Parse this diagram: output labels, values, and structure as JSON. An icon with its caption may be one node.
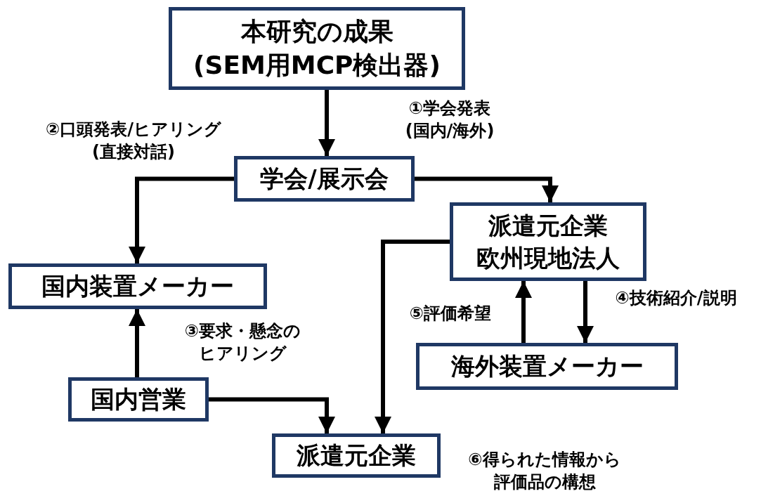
{
  "diagram": {
    "nodes": [
      {
        "text": [
          "本研究の成果",
          "(SEM用MCP検出器)"
        ]
      },
      {
        "text": [
          "学会/展示会"
        ]
      },
      {
        "text": [
          "派遣元企業",
          "欧州現地法人"
        ]
      },
      {
        "text": [
          "国内装置メーカー"
        ]
      },
      {
        "text": [
          "海外装置メーカー"
        ]
      },
      {
        "text": [
          "国内営業"
        ]
      },
      {
        "text": [
          "派遣元企業"
        ]
      }
    ],
    "edges": [
      {
        "from": 0,
        "to": 1,
        "arrow": "to",
        "label": "①学会発表(国内/海外)"
      },
      {
        "from": 1,
        "to": 3,
        "arrow": "to",
        "label": "②口頭発表/ヒアリング(直接対話)"
      },
      {
        "from": 1,
        "to": 2,
        "arrow": "to"
      },
      {
        "from": 2,
        "to": 6,
        "arrow": "to"
      },
      {
        "from": 2,
        "to": 4,
        "arrow": "to",
        "label": "④技術紹介/説明"
      },
      {
        "from": 4,
        "to": 2,
        "arrow": "to",
        "label": "⑤評価希望"
      },
      {
        "from": 5,
        "to": 3,
        "arrow": "to",
        "label": "③要求・懸念のヒアリング"
      },
      {
        "from": 5,
        "to": 6,
        "arrow": "to"
      }
    ],
    "labels": [
      "⑥得られた情報から評価品の構想"
    ]
  }
}
